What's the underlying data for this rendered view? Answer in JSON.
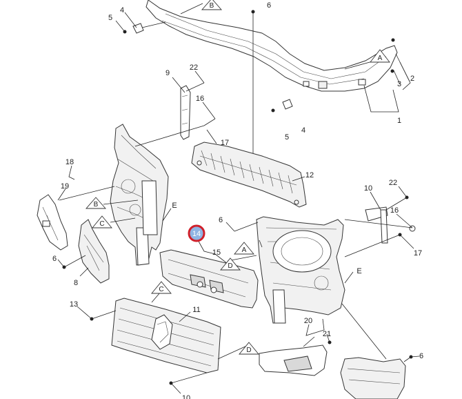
{
  "diagram": {
    "callouts": [
      {
        "id": "c4a",
        "text": "4"
      },
      {
        "id": "c5a",
        "text": "5"
      },
      {
        "id": "c6a",
        "text": "6"
      },
      {
        "id": "c2",
        "text": "2"
      },
      {
        "id": "c3",
        "text": "3"
      },
      {
        "id": "c1",
        "text": "1"
      },
      {
        "id": "c9",
        "text": "9"
      },
      {
        "id": "c22a",
        "text": "22"
      },
      {
        "id": "c16a",
        "text": "16"
      },
      {
        "id": "c4b",
        "text": "4"
      },
      {
        "id": "c5b",
        "text": "5"
      },
      {
        "id": "c17a",
        "text": "17"
      },
      {
        "id": "c18",
        "text": "18"
      },
      {
        "id": "c19",
        "text": "19"
      },
      {
        "id": "c12",
        "text": "12"
      },
      {
        "id": "c10",
        "text": "10"
      },
      {
        "id": "c22b",
        "text": "22"
      },
      {
        "id": "c16b",
        "text": "16"
      },
      {
        "id": "c17b",
        "text": "17"
      },
      {
        "id": "c6b",
        "text": "6"
      },
      {
        "id": "c15",
        "text": "15"
      },
      {
        "id": "c6c",
        "text": "6"
      },
      {
        "id": "c8",
        "text": "8"
      },
      {
        "id": "cEa",
        "text": "E"
      },
      {
        "id": "cEb",
        "text": "E"
      },
      {
        "id": "c13",
        "text": "13"
      },
      {
        "id": "c11",
        "text": "11"
      },
      {
        "id": "c20",
        "text": "20"
      },
      {
        "id": "c21",
        "text": "21"
      },
      {
        "id": "c6d",
        "text": "6"
      },
      {
        "id": "c10b",
        "text": "10"
      }
    ],
    "triangles": [
      {
        "id": "tB1",
        "text": "B"
      },
      {
        "id": "tA1",
        "text": "A"
      },
      {
        "id": "tB2",
        "text": "B"
      },
      {
        "id": "tC1",
        "text": "C"
      },
      {
        "id": "tA2",
        "text": "A"
      },
      {
        "id": "tD1",
        "text": "D"
      },
      {
        "id": "tC2",
        "text": "C"
      },
      {
        "id": "tD2",
        "text": "D"
      }
    ],
    "highlight": {
      "text": "14",
      "ring_color": "#d0202a",
      "fill_color": "#8fb4e3"
    }
  }
}
